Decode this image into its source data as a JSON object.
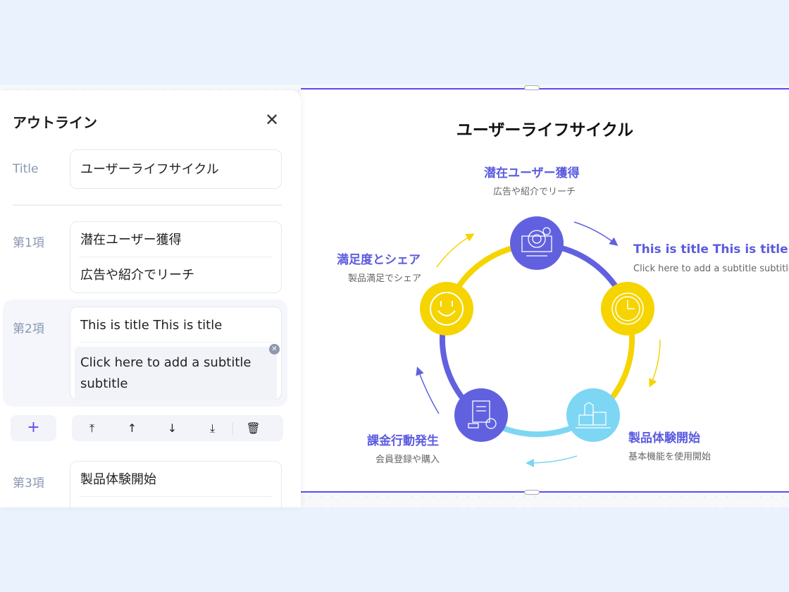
{
  "outline": {
    "heading": "アウトライン",
    "title_label": "Title",
    "title_value": "ユーザーライフサイクル",
    "items": [
      {
        "label": "第1項",
        "title": "潜在ユーザー獲得",
        "subtitle": "広告や紹介でリーチ"
      },
      {
        "label": "第2項",
        "title": "This is title This is title",
        "subtitle": "Click here to add a subtitle subtitle"
      },
      {
        "label": "第3項",
        "title": "製品体験開始"
      }
    ],
    "add_label": "+",
    "toolbar": [
      "move-to-top-icon",
      "move-up-icon",
      "move-down-icon",
      "move-to-bottom-icon",
      "delete-icon"
    ]
  },
  "slide": {
    "title": "ユーザーライフサイクル",
    "nodes": [
      {
        "title": "潜在ユーザー獲得",
        "subtitle": "広告や紹介でリーチ",
        "icon": "monitor-target-icon",
        "color": "#6161e0"
      },
      {
        "title": "This is title This is title",
        "subtitle": "Click here to add a subtitle subtitle",
        "icon": "clock-icon",
        "color": "#f5d400"
      },
      {
        "title": "製品体験開始",
        "subtitle": "基本機能を使用開始",
        "icon": "buildings-icon",
        "color": "#7dd6f3"
      },
      {
        "title": "課金行動発生",
        "subtitle": "会員登録や購入",
        "icon": "document-icon",
        "color": "#6161e0"
      },
      {
        "title": "満足度とシェア",
        "subtitle": "製品満足でシェア",
        "icon": "smiley-icon",
        "color": "#f5d400"
      }
    ]
  }
}
